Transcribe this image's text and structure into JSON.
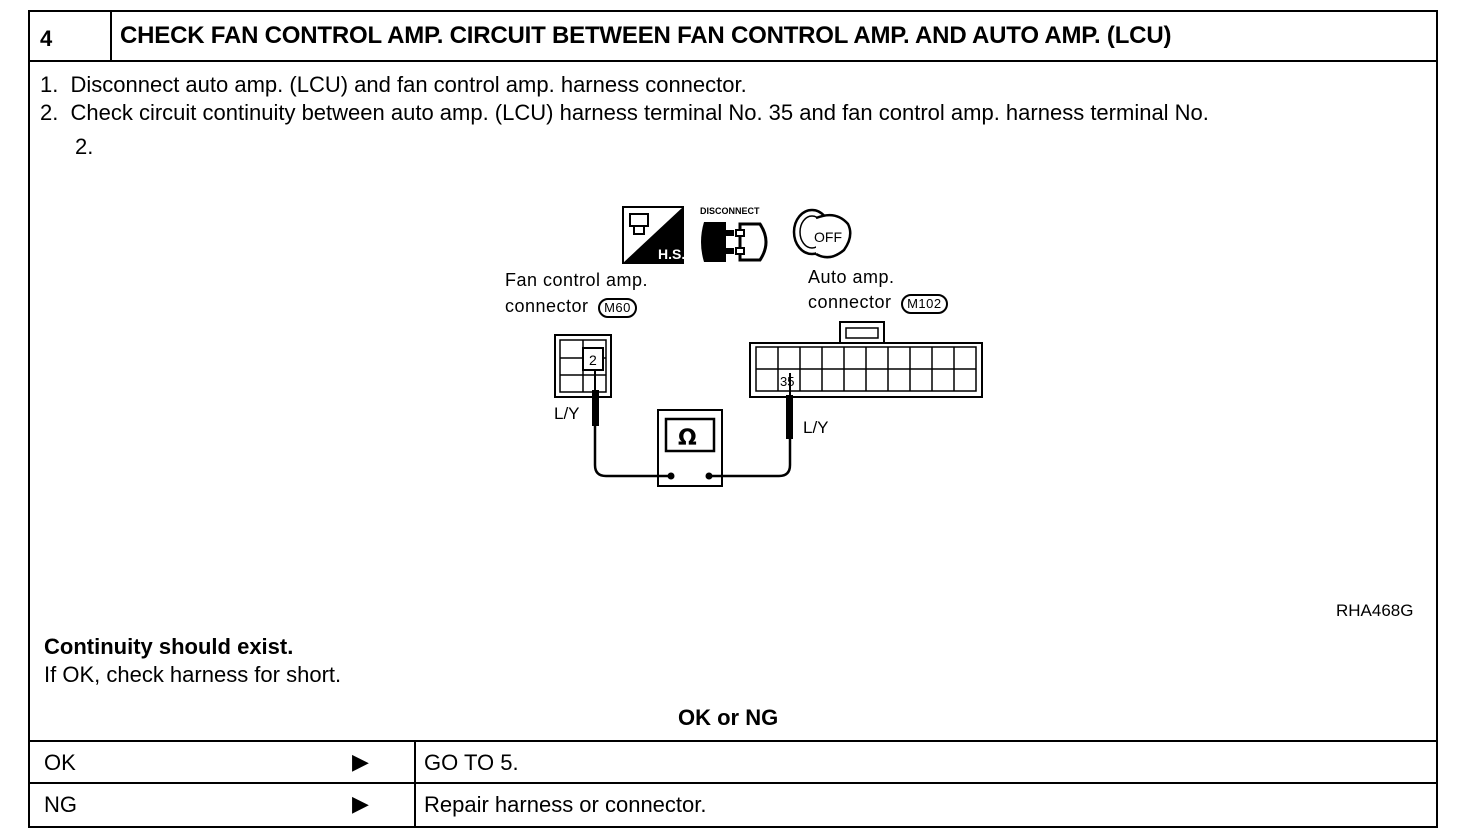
{
  "header": {
    "step_number": "4",
    "title": "CHECK FAN CONTROL AMP. CIRCUIT BETWEEN FAN CONTROL AMP. AND AUTO AMP. (LCU)"
  },
  "instructions": [
    {
      "num": "1.",
      "text": "Disconnect auto amp. (LCU) and fan control amp. harness connector."
    },
    {
      "num": "2.",
      "text": "Check circuit continuity between auto amp. (LCU) harness terminal No. 35 and fan control amp. harness terminal No.",
      "continuation": "2."
    }
  ],
  "diagram": {
    "icons": {
      "hs_label": "H.S.",
      "disconnect_label": "DISCONNECT",
      "key_label": "OFF"
    },
    "fan_connector": {
      "line1": "Fan control amp.",
      "line2": "connector",
      "code": "M60",
      "terminal": "2",
      "wire": "L/Y"
    },
    "auto_connector": {
      "line1": "Auto amp.",
      "line2": "connector",
      "code": "M102",
      "terminal": "35",
      "wire": "L/Y"
    },
    "meter_symbol": "Ω",
    "figure_code": "RHA468G"
  },
  "result": {
    "bold": "Continuity should exist.",
    "note": "If OK, check harness for short.",
    "question": "OK or NG"
  },
  "outcomes": [
    {
      "label": "OK",
      "arrow": "▶",
      "action": "GO TO 5."
    },
    {
      "label": "NG",
      "arrow": "▶",
      "action": "Repair harness or connector."
    }
  ]
}
